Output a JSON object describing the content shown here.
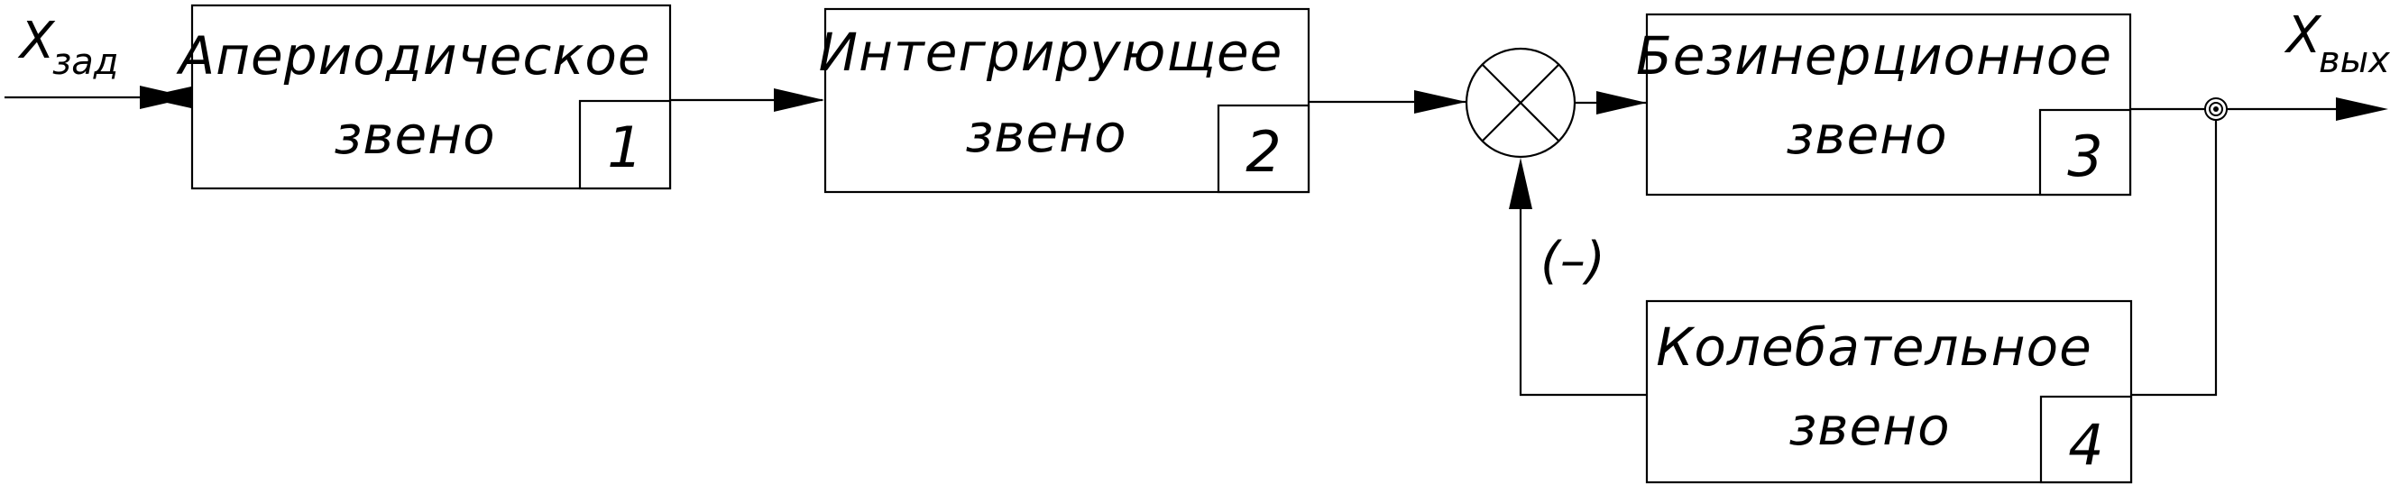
{
  "input_signal": {
    "base": "X",
    "subscript": "зад"
  },
  "output_signal": {
    "base": "X",
    "subscript": "вых"
  },
  "feedback_sign": "(–)",
  "blocks": [
    {
      "line1": "Апериодическое",
      "line2": "звено",
      "number": "1"
    },
    {
      "line1": "Интегрирующее",
      "line2": "звено",
      "number": "2"
    },
    {
      "line1": "Безинерционное",
      "line2": "звено",
      "number": "3"
    },
    {
      "line1": "Колебательное",
      "line2": "звено",
      "number": "4"
    }
  ]
}
